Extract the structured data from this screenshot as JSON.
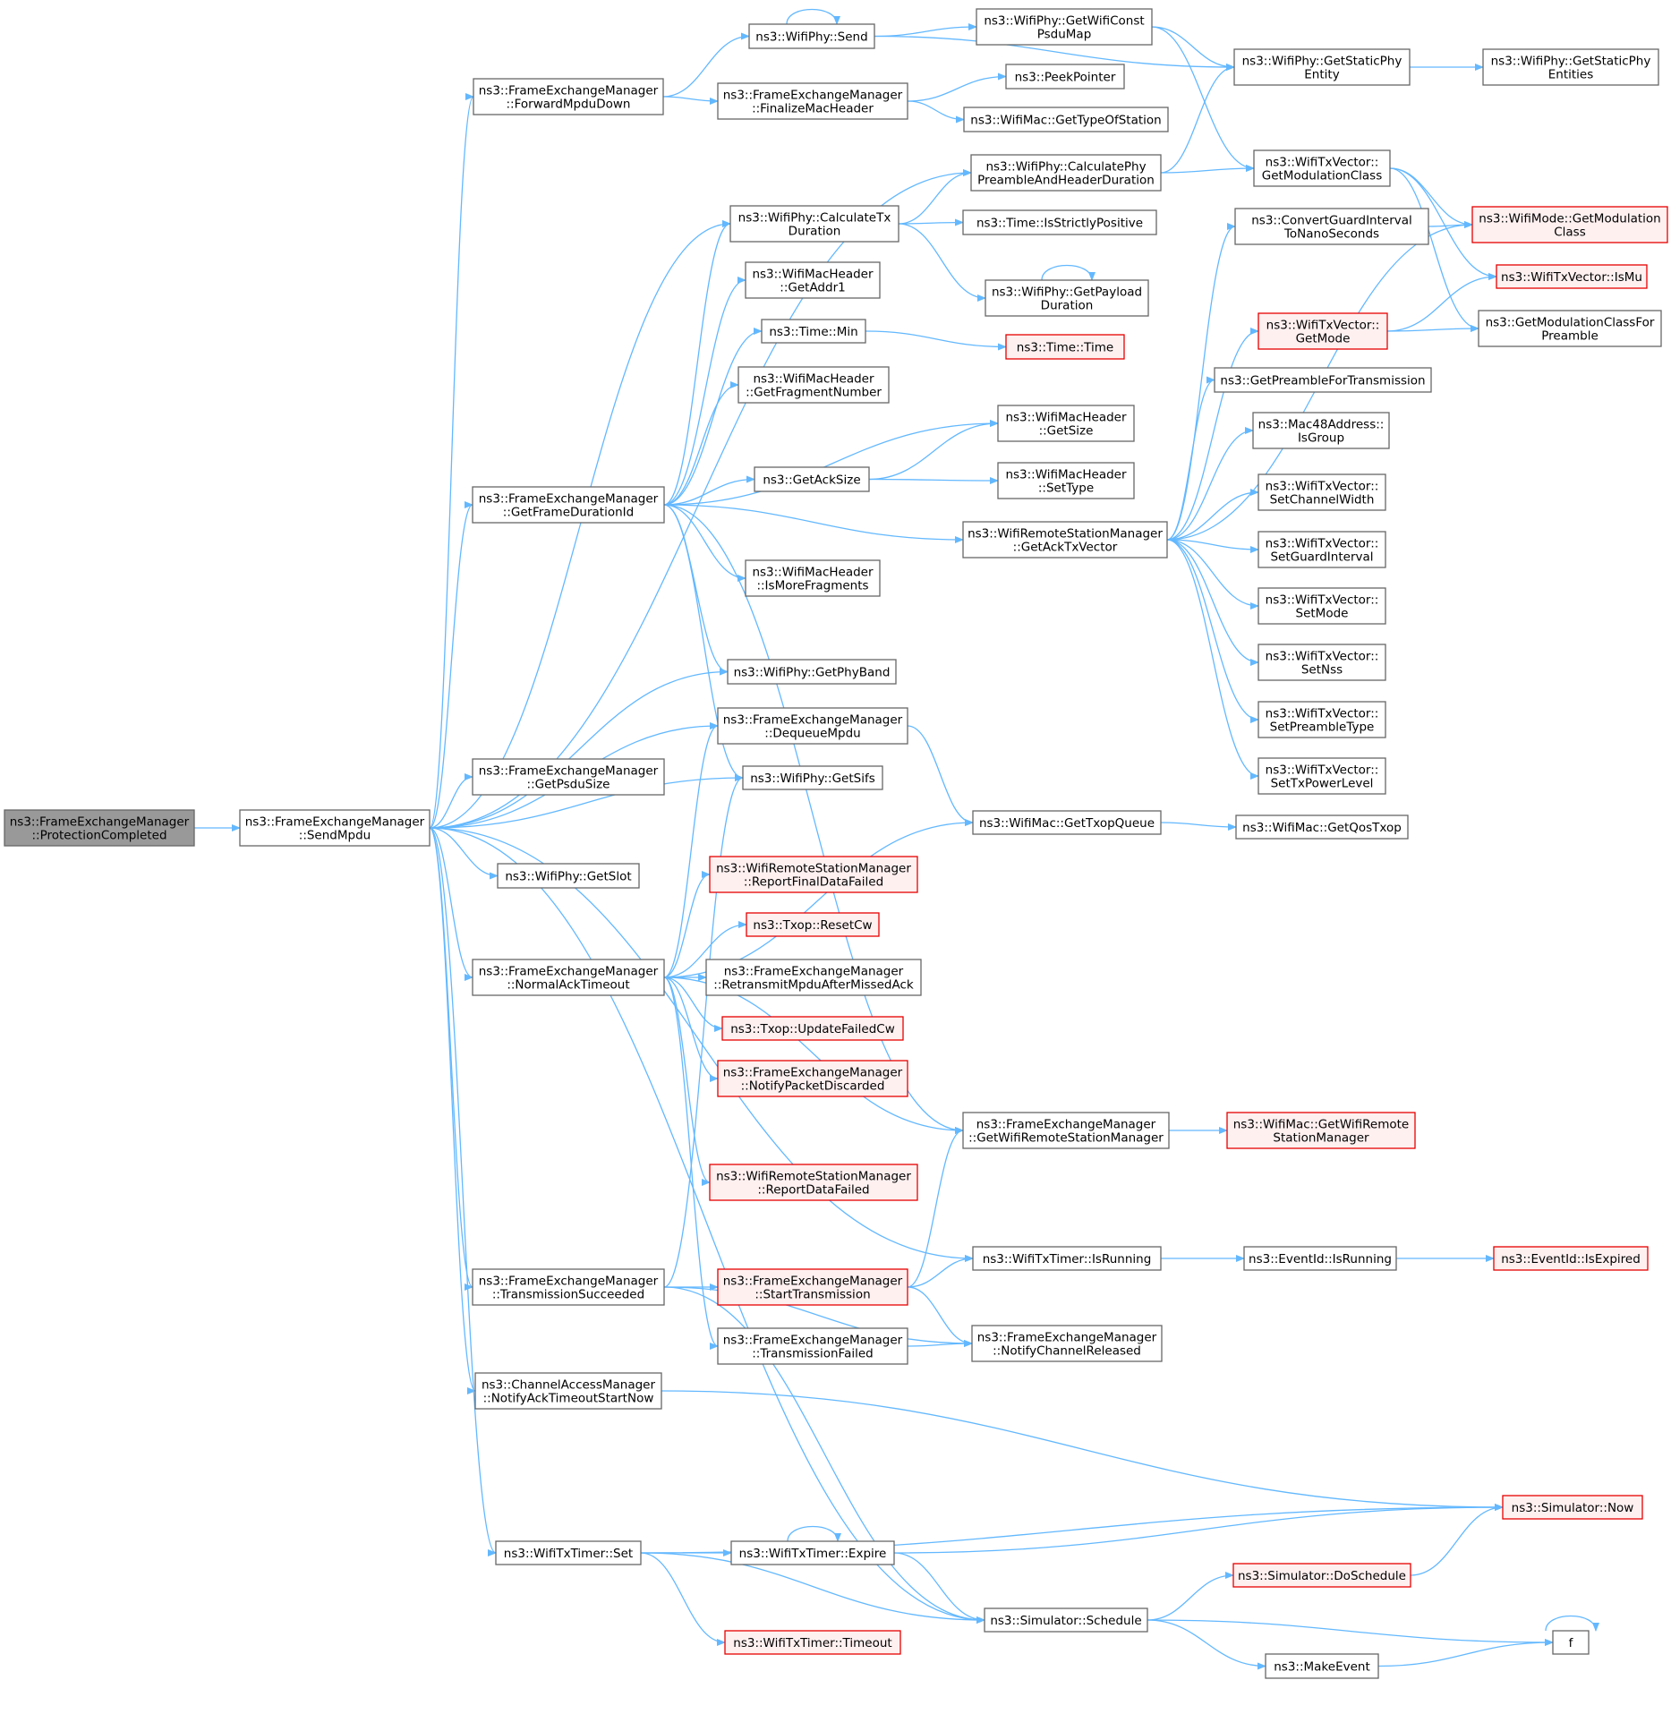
{
  "colors": {
    "edge": "#63b8ff",
    "node_border": "#666666",
    "root_fill": "#999999",
    "incomplete_border": "#e60000",
    "incomplete_fill": "#fff0f0"
  },
  "nodes": [
    {
      "id": "n0",
      "lines": [
        "ns3::FrameExchangeManager",
        "::ProtectionCompleted"
      ],
      "style": "root"
    },
    {
      "id": "n1",
      "lines": [
        "ns3::FrameExchangeManager",
        "::SendMpdu"
      ]
    },
    {
      "id": "n2",
      "lines": [
        "ns3::FrameExchangeManager",
        "::ForwardMpduDown"
      ]
    },
    {
      "id": "n3",
      "lines": [
        "ns3::WifiPhy::Send"
      ]
    },
    {
      "id": "n4",
      "lines": [
        "ns3::WifiPhy::GetWifiConst",
        "PsduMap"
      ]
    },
    {
      "id": "n5",
      "lines": [
        "ns3::WifiPhy::GetStaticPhy",
        "Entity"
      ]
    },
    {
      "id": "n6",
      "lines": [
        "ns3::WifiPhy::GetStaticPhy",
        "Entities"
      ]
    },
    {
      "id": "n7",
      "lines": [
        "ns3::FrameExchangeManager",
        "::FinalizeMacHeader"
      ]
    },
    {
      "id": "n8",
      "lines": [
        "ns3::PeekPointer"
      ]
    },
    {
      "id": "n9",
      "lines": [
        "ns3::WifiMac::GetTypeOfStation"
      ]
    },
    {
      "id": "n10",
      "lines": [
        "ns3::WifiPhy::CalculatePhy",
        "PreambleAndHeaderDuration"
      ]
    },
    {
      "id": "n11",
      "lines": [
        "ns3::WifiTxVector::",
        "GetModulationClass"
      ]
    },
    {
      "id": "n12",
      "lines": [
        "ns3::WifiMode::GetModulation",
        "Class"
      ],
      "style": "red"
    },
    {
      "id": "n13",
      "lines": [
        "ns3::WifiTxVector::IsMu"
      ],
      "style": "red"
    },
    {
      "id": "n14",
      "lines": [
        "ns3::GetModulationClassFor",
        "Preamble"
      ]
    },
    {
      "id": "n15",
      "lines": [
        "ns3::WifiPhy::CalculateTx",
        "Duration"
      ]
    },
    {
      "id": "n16",
      "lines": [
        "ns3::Time::IsStrictlyPositive"
      ]
    },
    {
      "id": "n17",
      "lines": [
        "ns3::WifiPhy::GetPayload",
        "Duration"
      ]
    },
    {
      "id": "n18",
      "lines": [
        "ns3::ConvertGuardInterval",
        "ToNanoSeconds"
      ]
    },
    {
      "id": "n19",
      "lines": [
        "ns3::WifiMacHeader",
        "::GetAddr1"
      ]
    },
    {
      "id": "n20",
      "lines": [
        "ns3::Time::Min"
      ]
    },
    {
      "id": "n21",
      "lines": [
        "ns3::Time::Time"
      ],
      "style": "red"
    },
    {
      "id": "n22",
      "lines": [
        "ns3::WifiTxVector::",
        "GetMode"
      ],
      "style": "red"
    },
    {
      "id": "n23",
      "lines": [
        "ns3::WifiMacHeader",
        "::GetFragmentNumber"
      ]
    },
    {
      "id": "n24",
      "lines": [
        "ns3::GetPreambleForTransmission"
      ]
    },
    {
      "id": "n25",
      "lines": [
        "ns3::WifiMacHeader",
        "::GetSize"
      ]
    },
    {
      "id": "n26",
      "lines": [
        "ns3::Mac48Address::",
        "IsGroup"
      ]
    },
    {
      "id": "n27",
      "lines": [
        "ns3::GetAckSize"
      ]
    },
    {
      "id": "n28",
      "lines": [
        "ns3::WifiMacHeader",
        "::SetType"
      ]
    },
    {
      "id": "n29",
      "lines": [
        "ns3::FrameExchangeManager",
        "::GetFrameDurationId"
      ]
    },
    {
      "id": "n30",
      "lines": [
        "ns3::WifiTxVector::",
        "SetChannelWidth"
      ]
    },
    {
      "id": "n31",
      "lines": [
        "ns3::WifiRemoteStationManager",
        "::GetAckTxVector"
      ]
    },
    {
      "id": "n32",
      "lines": [
        "ns3::WifiTxVector::",
        "SetGuardInterval"
      ]
    },
    {
      "id": "n33",
      "lines": [
        "ns3::WifiMacHeader",
        "::IsMoreFragments"
      ]
    },
    {
      "id": "n34",
      "lines": [
        "ns3::WifiTxVector::",
        "SetMode"
      ]
    },
    {
      "id": "n35",
      "lines": [
        "ns3::WifiTxVector::",
        "SetNss"
      ]
    },
    {
      "id": "n36",
      "lines": [
        "ns3::WifiPhy::GetPhyBand"
      ]
    },
    {
      "id": "n37",
      "lines": [
        "ns3::WifiTxVector::",
        "SetPreambleType"
      ]
    },
    {
      "id": "n38",
      "lines": [
        "ns3::FrameExchangeManager",
        "::DequeueMpdu"
      ]
    },
    {
      "id": "n39",
      "lines": [
        "ns3::WifiTxVector::",
        "SetTxPowerLevel"
      ]
    },
    {
      "id": "n40",
      "lines": [
        "ns3::FrameExchangeManager",
        "::GetPsduSize"
      ]
    },
    {
      "id": "n41",
      "lines": [
        "ns3::WifiPhy::GetSifs"
      ]
    },
    {
      "id": "n42",
      "lines": [
        "ns3::WifiMac::GetTxopQueue"
      ]
    },
    {
      "id": "n43",
      "lines": [
        "ns3::WifiMac::GetQosTxop"
      ]
    },
    {
      "id": "n44",
      "lines": [
        "ns3::WifiPhy::GetSlot"
      ]
    },
    {
      "id": "n45",
      "lines": [
        "ns3::WifiRemoteStationManager",
        "::ReportFinalDataFailed"
      ],
      "style": "red"
    },
    {
      "id": "n46",
      "lines": [
        "ns3::Txop::ResetCw"
      ],
      "style": "red"
    },
    {
      "id": "n47",
      "lines": [
        "ns3::FrameExchangeManager",
        "::NormalAckTimeout"
      ]
    },
    {
      "id": "n48",
      "lines": [
        "ns3::FrameExchangeManager",
        "::RetransmitMpduAfterMissedAck"
      ]
    },
    {
      "id": "n49",
      "lines": [
        "ns3::Txop::UpdateFailedCw"
      ],
      "style": "red"
    },
    {
      "id": "n50",
      "lines": [
        "ns3::FrameExchangeManager",
        "::NotifyPacketDiscarded"
      ],
      "style": "red"
    },
    {
      "id": "n51",
      "lines": [
        "ns3::FrameExchangeManager",
        "::GetWifiRemoteStationManager"
      ]
    },
    {
      "id": "n52",
      "lines": [
        "ns3::WifiMac::GetWifiRemote",
        "StationManager"
      ],
      "style": "red"
    },
    {
      "id": "n53",
      "lines": [
        "ns3::WifiRemoteStationManager",
        "::ReportDataFailed"
      ],
      "style": "red"
    },
    {
      "id": "n54",
      "lines": [
        "ns3::WifiTxTimer::IsRunning"
      ]
    },
    {
      "id": "n55",
      "lines": [
        "ns3::EventId::IsRunning"
      ]
    },
    {
      "id": "n56",
      "lines": [
        "ns3::EventId::IsExpired"
      ],
      "style": "red"
    },
    {
      "id": "n57",
      "lines": [
        "ns3::FrameExchangeManager",
        "::TransmissionSucceeded"
      ]
    },
    {
      "id": "n58",
      "lines": [
        "ns3::FrameExchangeManager",
        "::StartTransmission"
      ],
      "style": "red"
    },
    {
      "id": "n59",
      "lines": [
        "ns3::FrameExchangeManager",
        "::TransmissionFailed"
      ]
    },
    {
      "id": "n60",
      "lines": [
        "ns3::FrameExchangeManager",
        "::NotifyChannelReleased"
      ]
    },
    {
      "id": "n61",
      "lines": [
        "ns3::ChannelAccessManager",
        "::NotifyAckTimeoutStartNow"
      ]
    },
    {
      "id": "n62",
      "lines": [
        "ns3::Simulator::Now"
      ],
      "style": "red"
    },
    {
      "id": "n63",
      "lines": [
        "ns3::WifiTxTimer::Set"
      ]
    },
    {
      "id": "n64",
      "lines": [
        "ns3::WifiTxTimer::Expire"
      ]
    },
    {
      "id": "n65",
      "lines": [
        "ns3::Simulator::DoSchedule"
      ],
      "style": "red"
    },
    {
      "id": "n66",
      "lines": [
        "ns3::Simulator::Schedule"
      ]
    },
    {
      "id": "n67",
      "lines": [
        "ns3::WifiTxTimer::Timeout"
      ],
      "style": "red"
    },
    {
      "id": "n68",
      "lines": [
        "f"
      ]
    },
    {
      "id": "n69",
      "lines": [
        "ns3::MakeEvent"
      ]
    }
  ],
  "edges": [
    [
      "n0",
      "n1"
    ],
    [
      "n1",
      "n2"
    ],
    [
      "n1",
      "n10"
    ],
    [
      "n1",
      "n15"
    ],
    [
      "n1",
      "n29"
    ],
    [
      "n1",
      "n36"
    ],
    [
      "n1",
      "n38"
    ],
    [
      "n1",
      "n40"
    ],
    [
      "n1",
      "n41"
    ],
    [
      "n1",
      "n44"
    ],
    [
      "n1",
      "n47"
    ],
    [
      "n1",
      "n54"
    ],
    [
      "n1",
      "n57"
    ],
    [
      "n1",
      "n61"
    ],
    [
      "n1",
      "n63"
    ],
    [
      "n1",
      "n66"
    ],
    [
      "n2",
      "n3"
    ],
    [
      "n2",
      "n7"
    ],
    [
      "n3",
      "n3"
    ],
    [
      "n3",
      "n4"
    ],
    [
      "n3",
      "n5"
    ],
    [
      "n4",
      "n5"
    ],
    [
      "n4",
      "n11"
    ],
    [
      "n5",
      "n6"
    ],
    [
      "n7",
      "n8"
    ],
    [
      "n7",
      "n9"
    ],
    [
      "n10",
      "n5"
    ],
    [
      "n10",
      "n11"
    ],
    [
      "n11",
      "n12"
    ],
    [
      "n11",
      "n13"
    ],
    [
      "n11",
      "n14"
    ],
    [
      "n15",
      "n10"
    ],
    [
      "n15",
      "n16"
    ],
    [
      "n15",
      "n17"
    ],
    [
      "n17",
      "n17"
    ],
    [
      "n18",
      "n12"
    ],
    [
      "n20",
      "n21"
    ],
    [
      "n22",
      "n13"
    ],
    [
      "n22",
      "n14"
    ],
    [
      "n27",
      "n25"
    ],
    [
      "n27",
      "n28"
    ],
    [
      "n29",
      "n15"
    ],
    [
      "n29",
      "n19"
    ],
    [
      "n29",
      "n20"
    ],
    [
      "n29",
      "n23"
    ],
    [
      "n29",
      "n25"
    ],
    [
      "n29",
      "n27"
    ],
    [
      "n29",
      "n31"
    ],
    [
      "n29",
      "n33"
    ],
    [
      "n29",
      "n36"
    ],
    [
      "n29",
      "n41"
    ],
    [
      "n29",
      "n51"
    ],
    [
      "n31",
      "n12"
    ],
    [
      "n31",
      "n18"
    ],
    [
      "n31",
      "n22"
    ],
    [
      "n31",
      "n24"
    ],
    [
      "n31",
      "n26"
    ],
    [
      "n31",
      "n30"
    ],
    [
      "n31",
      "n32"
    ],
    [
      "n31",
      "n34"
    ],
    [
      "n31",
      "n35"
    ],
    [
      "n31",
      "n37"
    ],
    [
      "n31",
      "n39"
    ],
    [
      "n38",
      "n42"
    ],
    [
      "n42",
      "n43"
    ],
    [
      "n47",
      "n38"
    ],
    [
      "n47",
      "n42"
    ],
    [
      "n47",
      "n45"
    ],
    [
      "n47",
      "n46"
    ],
    [
      "n47",
      "n48"
    ],
    [
      "n47",
      "n49"
    ],
    [
      "n47",
      "n50"
    ],
    [
      "n47",
      "n51"
    ],
    [
      "n47",
      "n53"
    ],
    [
      "n47",
      "n59"
    ],
    [
      "n51",
      "n52"
    ],
    [
      "n54",
      "n55"
    ],
    [
      "n55",
      "n56"
    ],
    [
      "n57",
      "n41"
    ],
    [
      "n57",
      "n58"
    ],
    [
      "n57",
      "n60"
    ],
    [
      "n57",
      "n66"
    ],
    [
      "n58",
      "n51"
    ],
    [
      "n58",
      "n54"
    ],
    [
      "n58",
      "n60"
    ],
    [
      "n59",
      "n60"
    ],
    [
      "n61",
      "n62"
    ],
    [
      "n63",
      "n62"
    ],
    [
      "n63",
      "n64"
    ],
    [
      "n63",
      "n66"
    ],
    [
      "n63",
      "n67"
    ],
    [
      "n64",
      "n64"
    ],
    [
      "n64",
      "n62"
    ],
    [
      "n64",
      "n66"
    ],
    [
      "n65",
      "n62"
    ],
    [
      "n66",
      "n65"
    ],
    [
      "n66",
      "n68"
    ],
    [
      "n66",
      "n69"
    ],
    [
      "n68",
      "n68"
    ],
    [
      "n69",
      "n68"
    ]
  ]
}
